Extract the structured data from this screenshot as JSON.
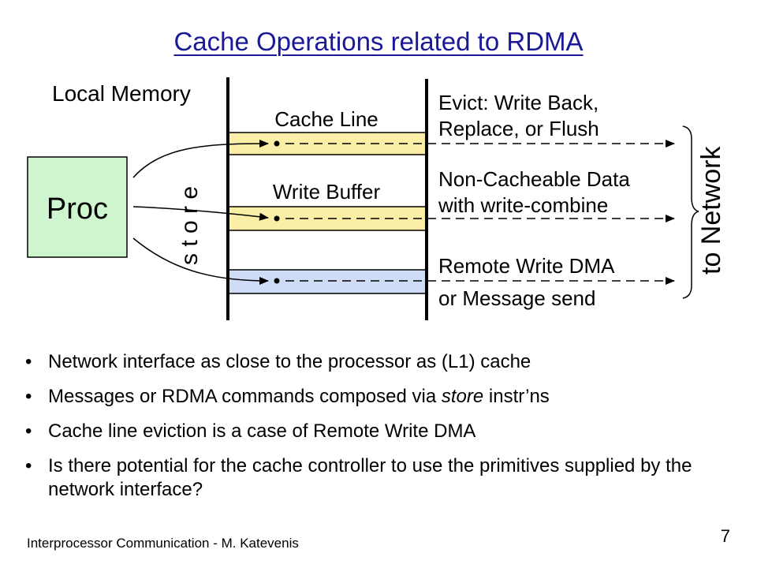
{
  "title": "Cache Operations related to RDMA",
  "diagram": {
    "local_memory": "Local Memory",
    "proc": "Proc",
    "store": "s t o r e",
    "cache_line": "Cache Line",
    "write_buffer": "Write Buffer",
    "evict_line1": "Evict: Write Back,",
    "evict_line2": "Replace, or Flush",
    "noncache_line1": "Non-Cacheable Data",
    "noncache_line2": "with write-combine",
    "remote_line1": "Remote Write DMA",
    "remote_line2": "or Message send",
    "to_network": "to Network",
    "colors": {
      "proc_fill": "#cff5cf",
      "buffer_fill": "#fbefa8",
      "dma_fill": "#cfdcf7",
      "title": "#1a1a99"
    }
  },
  "bullets": [
    {
      "pre": "Network interface as close to the processor as (L1) cache",
      "em": "",
      "post": ""
    },
    {
      "pre": "Messages or RDMA commands composed via ",
      "em": "store",
      "post": " instr’ns"
    },
    {
      "pre": "Cache line eviction is a case of Remote Write DMA",
      "em": "",
      "post": ""
    },
    {
      "pre": "Is there potential for the cache controller to use the primitives supplied by the network interface?",
      "em": "",
      "post": ""
    }
  ],
  "footer": "Interprocessor Communication - M. Katevenis",
  "page_number": "7"
}
